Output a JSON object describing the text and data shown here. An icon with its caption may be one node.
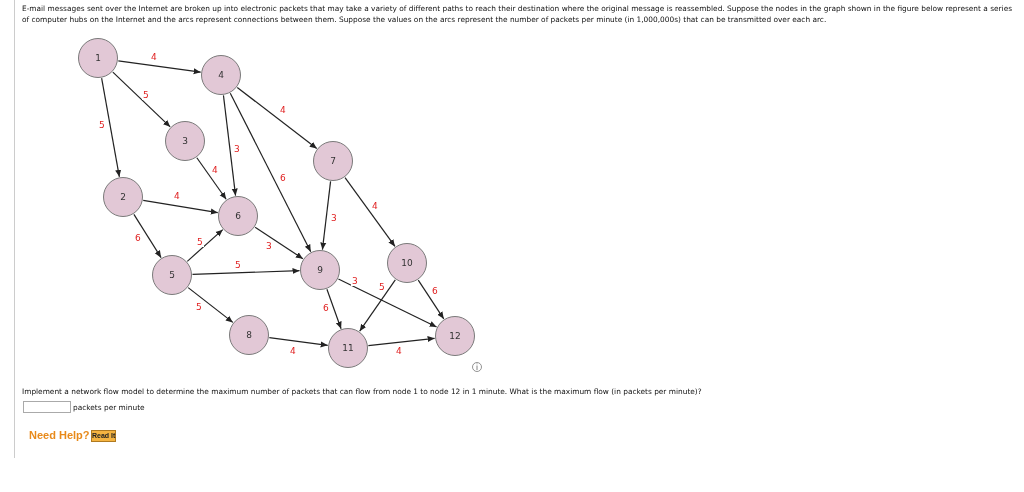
{
  "diagram": {
    "nodes": [
      {
        "text": [
          "1"
        ]
      },
      {
        "text": [
          "2"
        ]
      },
      {
        "text": [
          "3"
        ]
      },
      {
        "text": [
          "4"
        ]
      },
      {
        "text": [
          "5"
        ]
      },
      {
        "text": [
          "6"
        ]
      },
      {
        "text": [
          "7"
        ]
      },
      {
        "text": [
          "8"
        ]
      },
      {
        "text": [
          "9"
        ]
      },
      {
        "text": [
          "10"
        ]
      },
      {
        "text": [
          "11"
        ]
      },
      {
        "text": [
          "12"
        ]
      }
    ],
    "edges": [
      {
        "from": 0,
        "to": 3,
        "arrow": "to",
        "label": "4"
      },
      {
        "from": 0,
        "to": 2,
        "arrow": "to",
        "label": "5"
      },
      {
        "from": 0,
        "to": 1,
        "arrow": "to",
        "label": "5"
      },
      {
        "from": 3,
        "to": 6,
        "arrow": "to",
        "label": "4"
      },
      {
        "from": 3,
        "to": 5,
        "arrow": "to",
        "label": "3"
      },
      {
        "from": 3,
        "to": 8,
        "arrow": "to",
        "label": "6"
      },
      {
        "from": 2,
        "to": 5,
        "arrow": "to",
        "label": "4"
      },
      {
        "from": 1,
        "to": 5,
        "arrow": "to",
        "label": "4"
      },
      {
        "from": 1,
        "to": 4,
        "arrow": "to",
        "label": "6"
      },
      {
        "from": 4,
        "to": 5,
        "arrow": "to",
        "label": "5"
      },
      {
        "from": 4,
        "to": 8,
        "arrow": "to",
        "label": "5"
      },
      {
        "from": 4,
        "to": 7,
        "arrow": "to",
        "label": "5"
      },
      {
        "from": 5,
        "to": 8,
        "arrow": "to",
        "label": "3"
      },
      {
        "from": 6,
        "to": 8,
        "arrow": "to",
        "label": "3"
      },
      {
        "from": 6,
        "to": 9,
        "arrow": "to",
        "label": "4"
      },
      {
        "from": 8,
        "to": 10,
        "arrow": "to",
        "label": "6"
      },
      {
        "from": 8,
        "to": 11,
        "arrow": "to",
        "label": "3"
      },
      {
        "from": 9,
        "to": 10,
        "arrow": "to",
        "label": "5"
      },
      {
        "from": 9,
        "to": 11,
        "arrow": "to",
        "label": "6"
      },
      {
        "from": 7,
        "to": 10,
        "arrow": "to",
        "label": "4"
      },
      {
        "from": 10,
        "to": 11,
        "arrow": "to",
        "label": "4"
      }
    ],
    "labels": [
      "E-mail messages sent over the Internet are broken up into electronic packets that may take a variety of different paths to reach their destination where the original message is reassembled. Suppose the nodes in the graph shown in the figure below represent a series of computer hubs on the Internet and the arcs represent connections between them. Suppose the values on the arcs represent the number of packets per minute (in 1,000,000s) that can be transmitted over each arc.",
      "Implement a network flow model to determine the maximum number of packets that can flow from node 1 to node 12 in 1 minute. What is the maximum flow (in packets per minute)?",
      "packets per minute",
      "Need Help?",
      "Read It"
    ]
  }
}
